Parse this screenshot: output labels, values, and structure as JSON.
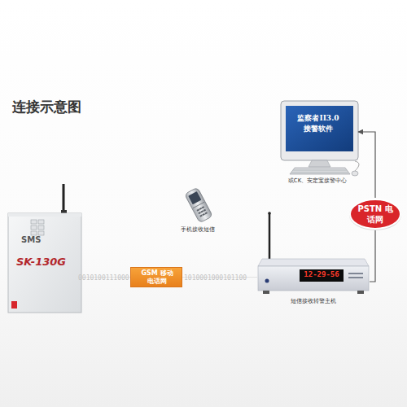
{
  "diagram": {
    "title": "连接示意图",
    "nodes": [
      {
        "text": [
          "SMS",
          "SK-130G"
        ]
      },
      {
        "text": [
          "GSM 移动电话网"
        ]
      },
      {
        "text": [
          "手机接收短信"
        ]
      },
      {
        "text": [
          "12-29-56",
          "短信接收转警主机"
        ]
      },
      {
        "text": [
          "监察者II3.0 接警软件",
          "或CK、安定宝接警中心"
        ]
      },
      {
        "text": [
          "PSTN 电话网"
        ]
      }
    ],
    "edges": [
      {
        "from": 0,
        "to": 1,
        "arrow": "none"
      },
      {
        "from": 1,
        "to": 3,
        "arrow": "none"
      },
      {
        "from": 3,
        "to": 5,
        "arrow": "none"
      },
      {
        "from": 5,
        "to": 4,
        "arrow": "to"
      }
    ],
    "labels": [
      "0010100111000",
      "1010001000101100"
    ]
  }
}
